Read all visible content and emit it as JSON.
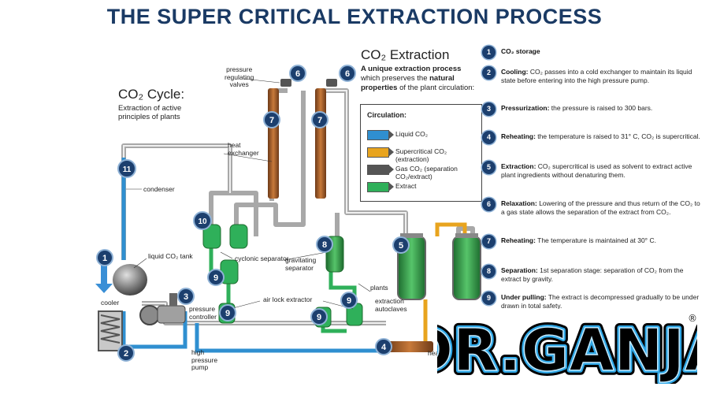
{
  "title": "THE SUPER CRITICAL EXTRACTION PROCESS",
  "co2_cycle": {
    "heading": "CO₂ Cycle:",
    "sub_line1": "Extraction of active",
    "sub_line2": "principles of plants"
  },
  "co2_extraction": {
    "heading": "CO₂ Extraction",
    "line1_bold": "A unique extraction process",
    "line2_pre": "which preserves the ",
    "line2_bold": "natural",
    "line3_bold": "properties",
    "line3_post": " of the plant circulation:"
  },
  "legend": {
    "title": "Circulation:",
    "items": [
      {
        "label": "Liquid CO₂",
        "color": "#2f8fd0"
      },
      {
        "label": "Supercritical CO₂ (extraction)",
        "color": "#e8a41e"
      },
      {
        "label": "Gas CO₂ (separation CO₂/extract)",
        "color": "#555555"
      },
      {
        "label": "Extract",
        "color": "#2fb05a"
      }
    ]
  },
  "diagram_labels": {
    "pressure_valves_1": "pressure",
    "pressure_valves_2": "regulating",
    "pressure_valves_3": "valves",
    "heat_exchanger_1": "heat",
    "heat_exchanger_2": "exchanger",
    "condenser": "condenser",
    "liquid_tank": "liquid CO₂ tank",
    "cooler": "cooler",
    "cyclonic_separator": "cyclonic separator",
    "gravitating_separator_1": "gravitating",
    "gravitating_separator_2": "separator",
    "air_lock_extractor": "air lock extractor",
    "pressure_controller_1": "pressure",
    "pressure_controller_2": "controller",
    "high_pressure_pump_1": "high",
    "high_pressure_pump_2": "pressure",
    "high_pressure_pump_3": "pump",
    "plants": "plants",
    "extraction_autoclaves_1": "extraction",
    "extraction_autoclaves_2": "autoclaves",
    "hea": "hea"
  },
  "diagram_numbers": {
    "n1": "1",
    "n2": "2",
    "n3": "3",
    "n4": "4",
    "n5": "5",
    "n6a": "6",
    "n6b": "6",
    "n7a": "7",
    "n7b": "7",
    "n8": "8",
    "n9a": "9",
    "n9b": "9",
    "n9c": "9",
    "n9d": "9",
    "n10": "10",
    "n11": "11"
  },
  "steps": [
    {
      "num": "1",
      "bold": "CO₂ storage",
      "text": ""
    },
    {
      "num": "2",
      "bold": "Cooling:",
      "text": " CO₂ passes into a cold exchanger to maintain its liquid state before entering into the high pressure pump."
    },
    {
      "num": "3",
      "bold": "Pressurization:",
      "text": " the pressure is raised to 300 bars."
    },
    {
      "num": "4",
      "bold": "Reheating:",
      "text": " the temperature is raised to 31° C, CO₂ is supercritical."
    },
    {
      "num": "5",
      "bold": "Extraction:",
      "text": " CO₂ supercritical is used as solvent to extract active plant ingredients without denaturing them."
    },
    {
      "num": "6",
      "bold": "Relaxation:",
      "text": " Lowering of the pressure and thus return of the CO₂ to a gas state allows the separation of the extract from CO₂."
    },
    {
      "num": "7",
      "bold": "Reheating:",
      "text": " The temperature is maintained at 30° C."
    },
    {
      "num": "8",
      "bold": "Separation:",
      "text": " 1st separation stage: separation of CO₂ from the extract by gravity."
    },
    {
      "num": "9",
      "bold": "Under pulling:",
      "text": " The extract is decompressed gradually to be under drawn in total safety."
    }
  ],
  "logo": {
    "text": "DR.GANJA",
    "reg": "®"
  },
  "colors": {
    "title": "#1a3a64",
    "badge": "#1c3f6e",
    "pipe": "#c9c9c9",
    "liquid": "#2f8fd0",
    "supercritical": "#e8a41e",
    "extract": "#2fb05a",
    "logo_blue": "#2fa7e6"
  }
}
